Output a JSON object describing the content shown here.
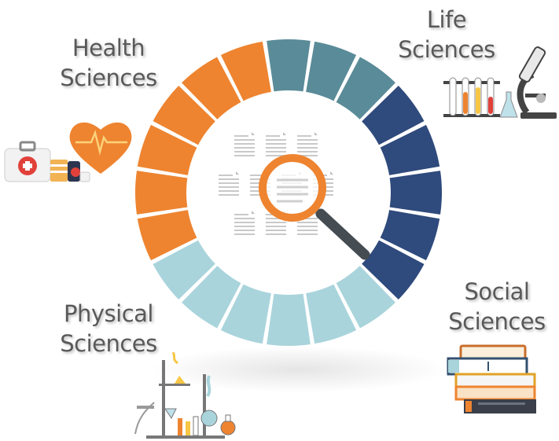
{
  "categories": [
    {
      "id": "health",
      "line1": "Health",
      "line2": "Sciences",
      "color": "#ee8430",
      "icon": "medical-kit-heart-icon"
    },
    {
      "id": "life",
      "line1": "Life",
      "line2": "Sciences",
      "color": "#5a8b98",
      "icon": "microscope-test-tubes-icon"
    },
    {
      "id": "social",
      "line1": "Social",
      "line2": "Sciences",
      "color": "#2f4a7c",
      "icon": "book-stack-icon"
    },
    {
      "id": "physical",
      "line1": "Physical",
      "line2": "Sciences",
      "color": "#a9d4dc",
      "icon": "lab-apparatus-icon"
    }
  ],
  "center_icon": "magnifying-glass-document-icon",
  "colors": {
    "health": "#ee8430",
    "life": "#5a8b98",
    "social": "#2f4a7c",
    "physical": "#a9d4dc",
    "text": "#595959"
  }
}
